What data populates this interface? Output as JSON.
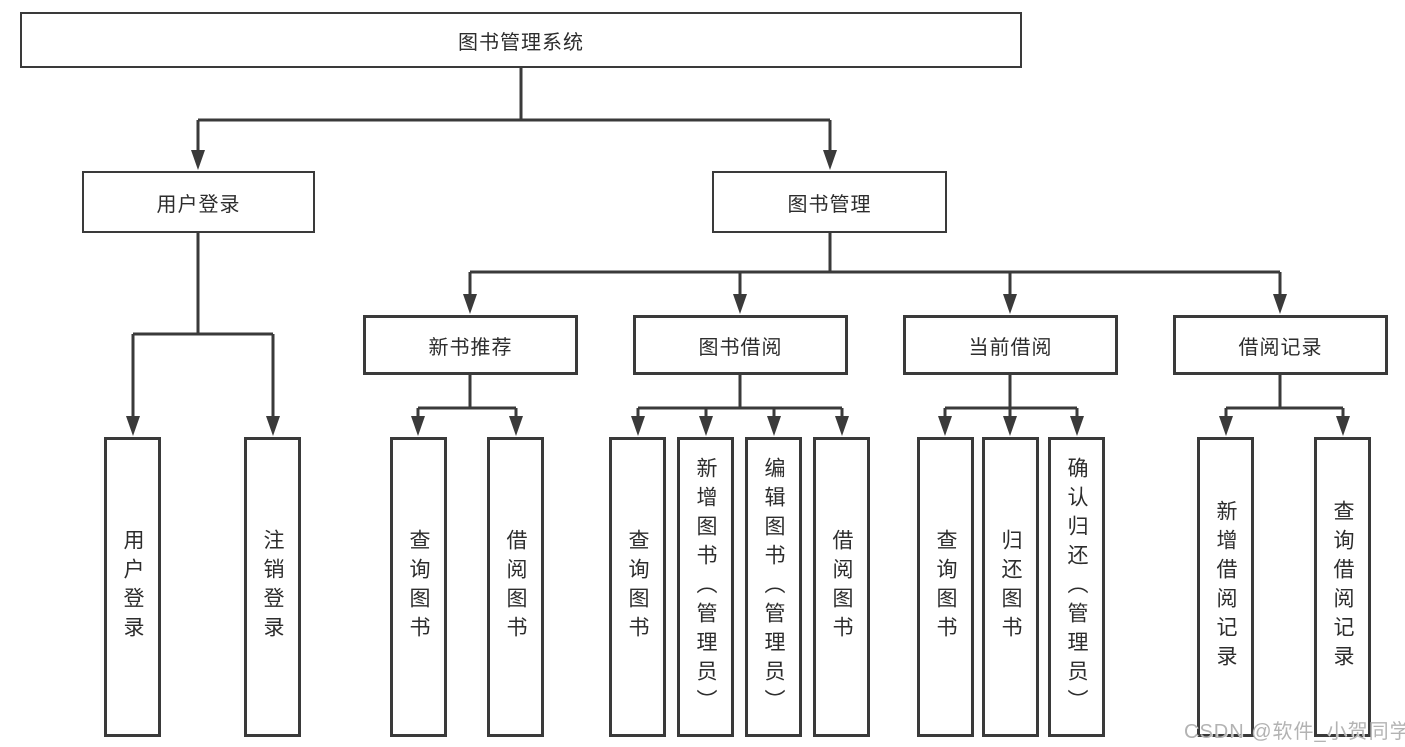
{
  "tree": {
    "label": "图书管理系统",
    "children": [
      {
        "label": "用户登录",
        "children": [
          {
            "label": "用户登录"
          },
          {
            "label": "注销登录"
          }
        ]
      },
      {
        "label": "图书管理",
        "children": [
          {
            "label": "新书推荐",
            "children": [
              {
                "label": "查询图书"
              },
              {
                "label": "借阅图书"
              }
            ]
          },
          {
            "label": "图书借阅",
            "children": [
              {
                "label": "查询图书"
              },
              {
                "label": "新增图书（管理员）"
              },
              {
                "label": "编辑图书（管理员）"
              },
              {
                "label": "借阅图书"
              }
            ]
          },
          {
            "label": "当前借阅",
            "children": [
              {
                "label": "查询图书"
              },
              {
                "label": "归还图书"
              },
              {
                "label": "确认归还（管理员）"
              }
            ]
          },
          {
            "label": "借阅记录",
            "children": [
              {
                "label": "新增借阅记录"
              },
              {
                "label": "查询借阅记录"
              }
            ]
          }
        ]
      }
    ]
  },
  "watermark": "CSDN @软件_小贺同学",
  "colors": {
    "line": "#3a3a3a",
    "box_border": "#3a3a3a",
    "text": "#2d2d2d",
    "background": "#ffffff",
    "watermark": "#b3b3b3"
  }
}
